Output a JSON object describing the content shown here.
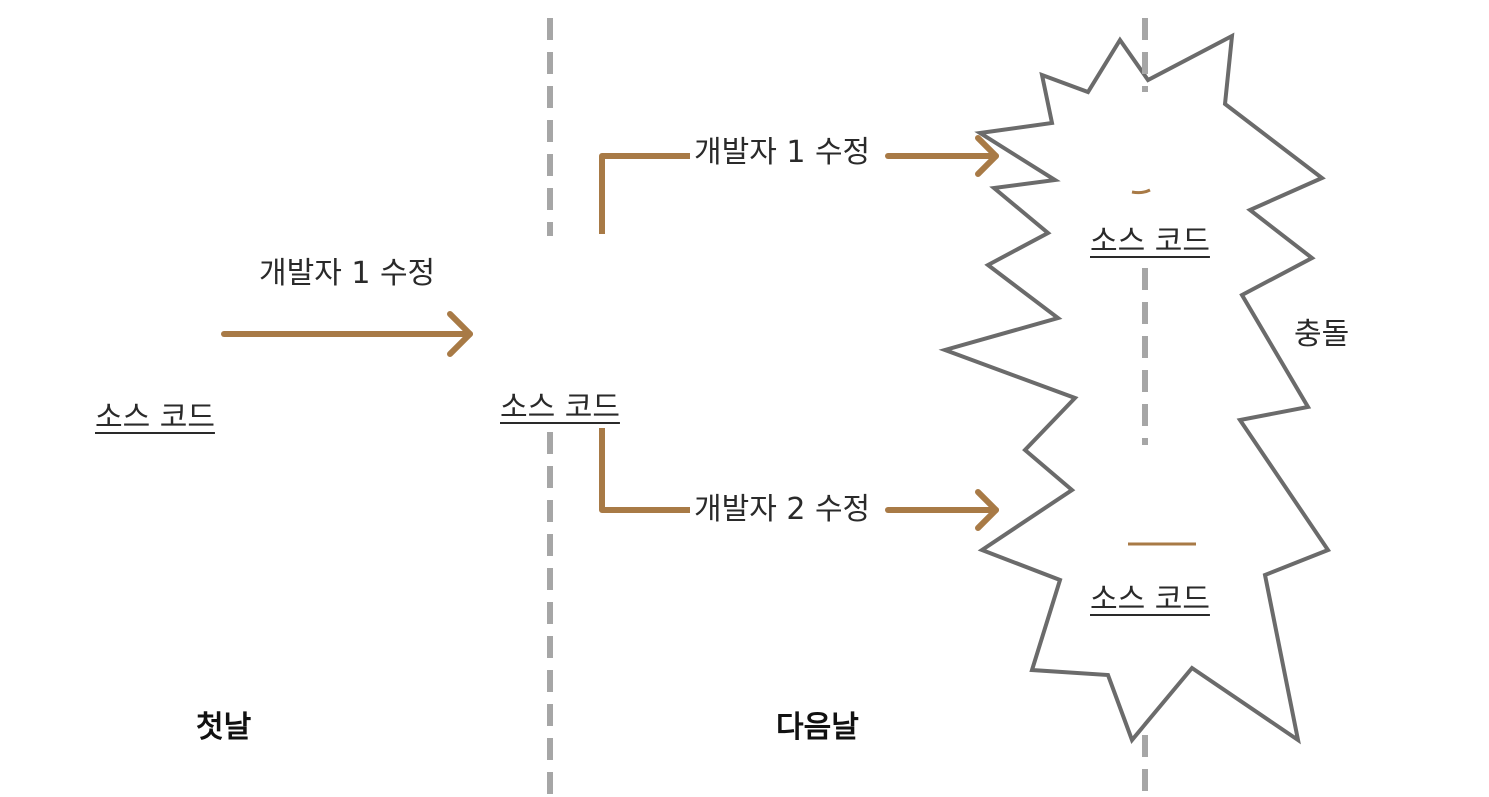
{
  "left_source": "소스 코드",
  "first_edit_label": "개발자 1 수정",
  "middle_source": "소스 코드",
  "branch_top_label": "개발자 1 수정",
  "branch_bottom_label": "개발자 2 수정",
  "conflict_top_source": "소스 코드",
  "conflict_bottom_source": "소스 코드",
  "conflict_label": "충돌",
  "day_first": "첫날",
  "day_next": "다음날",
  "colors": {
    "arrow": "#a87a46",
    "divider": "#a6a6a6",
    "burst": "#6b6b6b"
  }
}
